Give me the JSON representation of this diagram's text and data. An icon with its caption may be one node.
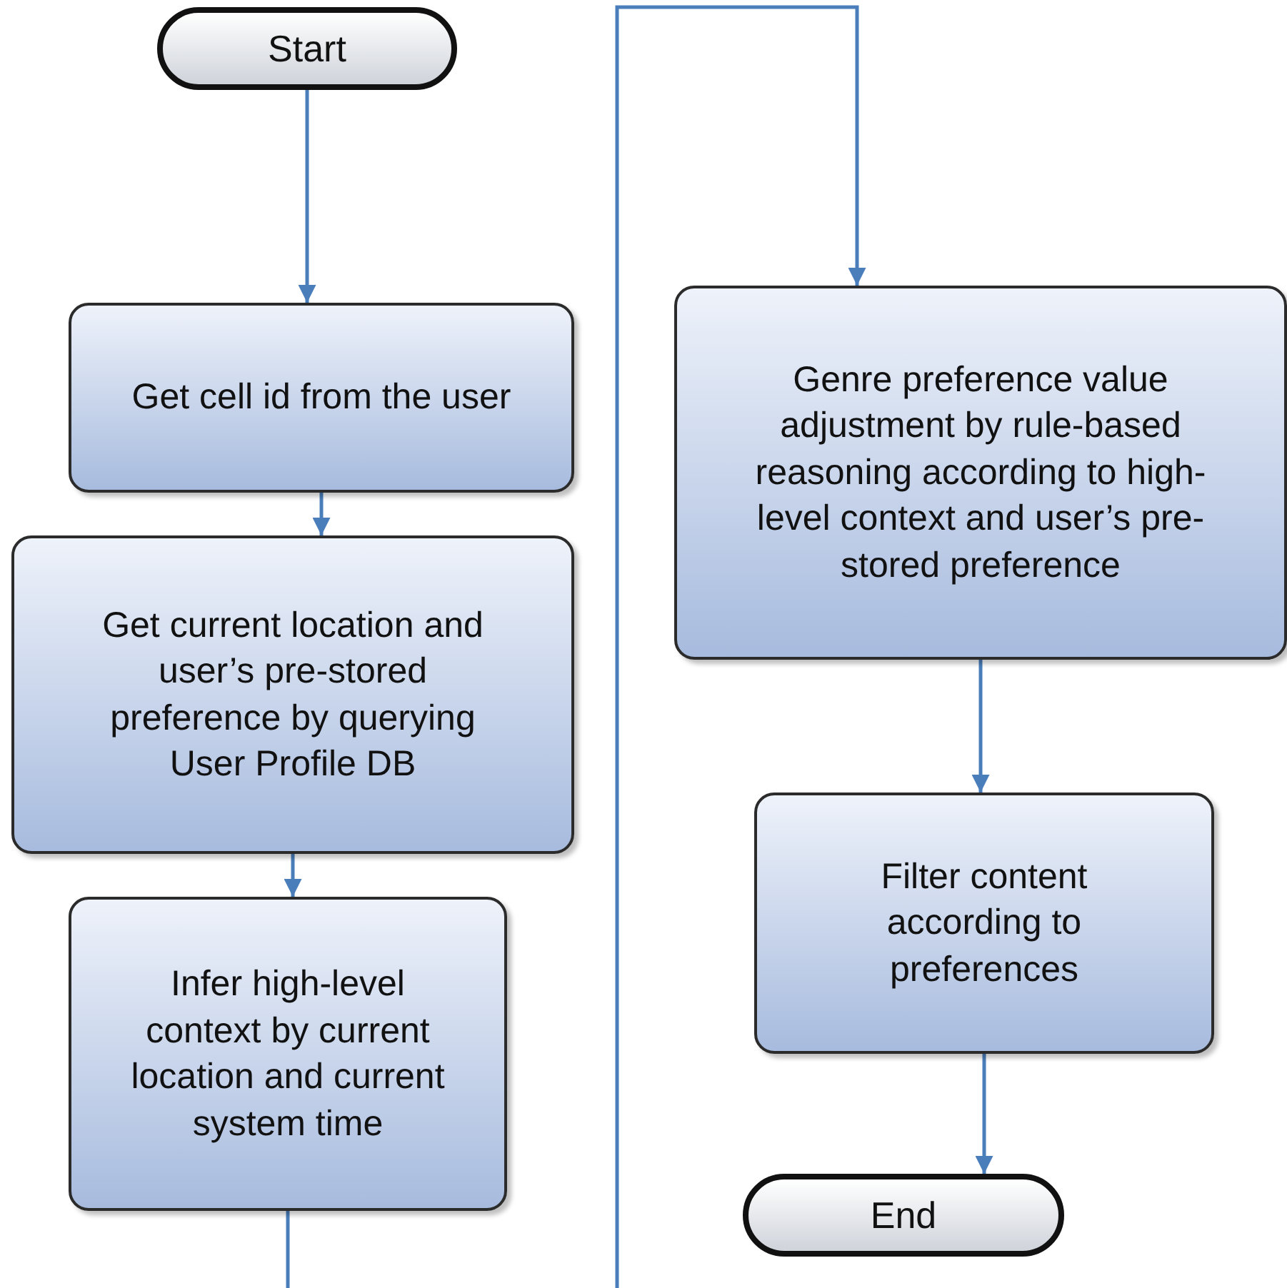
{
  "diagram": {
    "nodes": [
      {
        "text": [
          "Start"
        ]
      },
      {
        "text": [
          "Get cell id from the user"
        ]
      },
      {
        "text": [
          "Get current location and user’s pre-stored preference by querying User Profile DB"
        ]
      },
      {
        "text": [
          "Infer high-level context by current location and current system time"
        ]
      },
      {
        "text": [
          "Genre preference value adjustment by rule-based reasoning according to high-level context and user’s pre-stored preference"
        ]
      },
      {
        "text": [
          "Filter content according to preferences"
        ]
      },
      {
        "text": [
          "End"
        ]
      }
    ],
    "edges": [
      {
        "from": 0,
        "to": 1,
        "arrow": "to"
      },
      {
        "from": 1,
        "to": 2,
        "arrow": "to"
      },
      {
        "from": 2,
        "to": 3,
        "arrow": "to"
      },
      {
        "from": 3,
        "to": 4,
        "arrow": "to"
      },
      {
        "from": 4,
        "to": 5,
        "arrow": "to"
      },
      {
        "from": 5,
        "to": 6,
        "arrow": "to"
      }
    ]
  }
}
